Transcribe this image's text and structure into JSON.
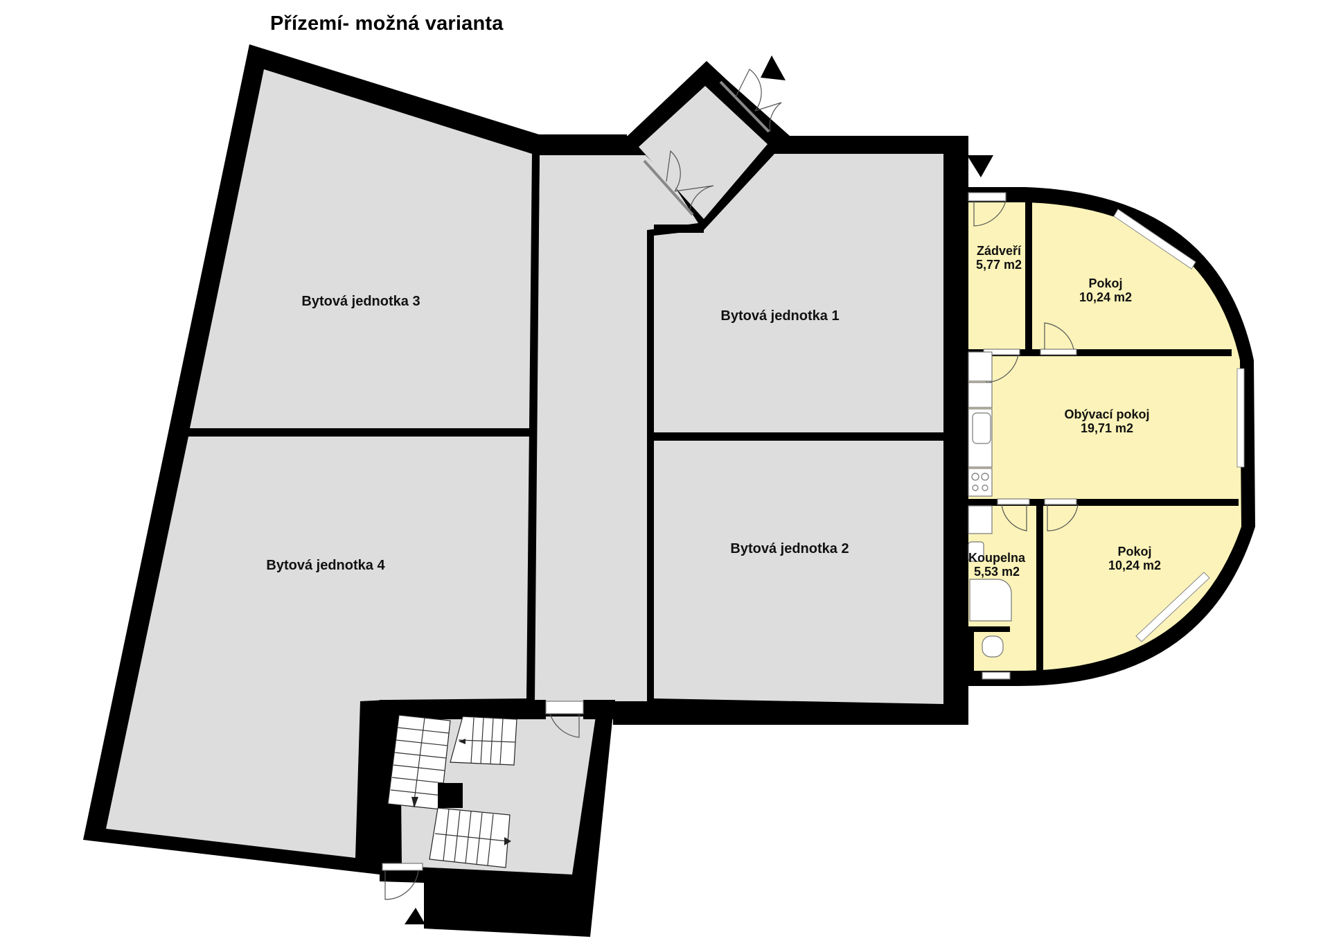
{
  "title": "Přízemí- možná varianta",
  "colors": {
    "wall": "#000000",
    "common_area": "#dddddd",
    "apartment_highlight": "#fbf3b9",
    "background": "#ffffff",
    "stairs": "#ffffff"
  },
  "units": [
    {
      "id": "unit-3",
      "label": "Bytová jednotka 3"
    },
    {
      "id": "unit-1",
      "label": "Bytová jednotka 1"
    },
    {
      "id": "unit-4",
      "label": "Bytová jednotka 4"
    },
    {
      "id": "unit-2",
      "label": "Bytová jednotka 2"
    }
  ],
  "rooms": [
    {
      "id": "zadveri",
      "name": "Zádveří",
      "area": "5,77 m2"
    },
    {
      "id": "pokoj-1",
      "name": "Pokoj",
      "area": "10,24 m2"
    },
    {
      "id": "obyvaci-pokoj",
      "name": "Obývací pokoj",
      "area": "19,71 m2"
    },
    {
      "id": "koupelna",
      "name": "Koupelna",
      "area": "5,53 m2"
    },
    {
      "id": "pokoj-2",
      "name": "Pokoj",
      "area": "10,24 m2"
    }
  ],
  "entrances": [
    {
      "id": "entrance-north",
      "icon": "entrance-arrow-icon"
    },
    {
      "id": "entrance-east",
      "icon": "entrance-arrow-icon"
    },
    {
      "id": "entrance-south",
      "icon": "entrance-arrow-icon"
    }
  ]
}
